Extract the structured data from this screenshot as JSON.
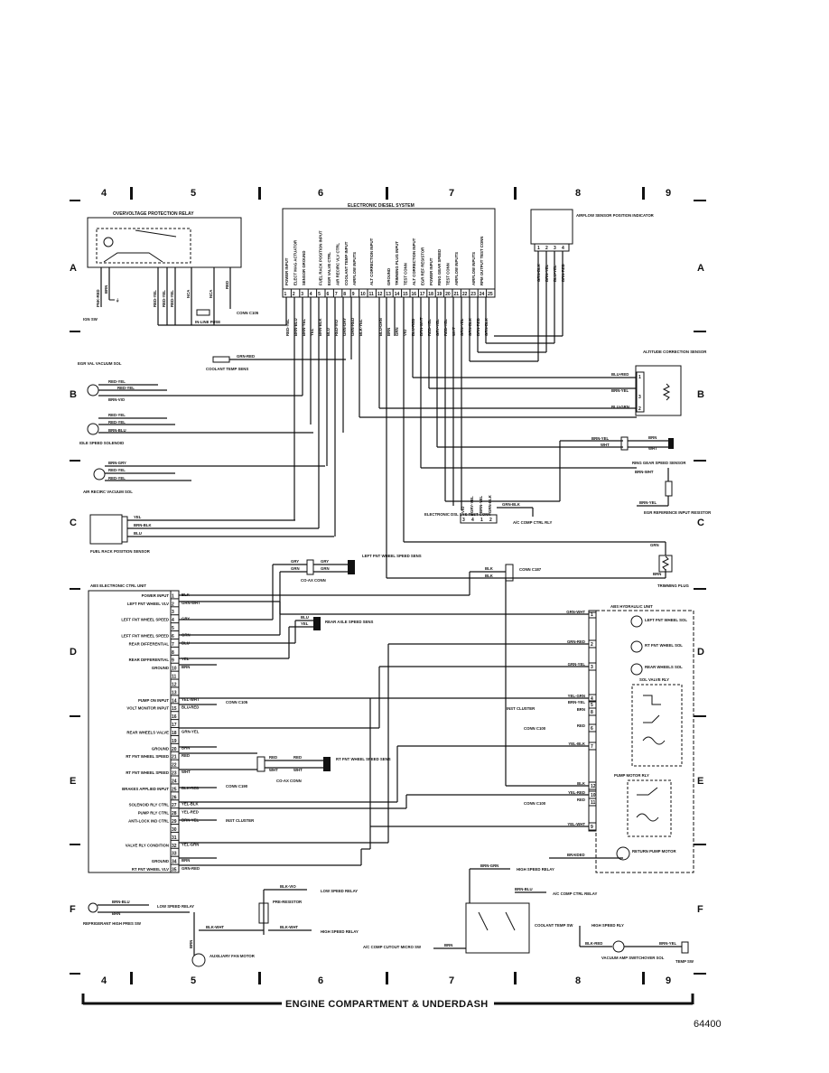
{
  "grid": {
    "columns": [
      "4",
      "5",
      "6",
      "7",
      "8",
      "9"
    ],
    "rows": [
      "A",
      "B",
      "C",
      "D",
      "E",
      "F"
    ]
  },
  "footer_title": "ENGINE COMPARTMENT & UNDERDASH",
  "page_code": "64400",
  "overvoltage_relay": {
    "title": "OVERVOLTAGE PROTECTION RELAY",
    "wires": [
      "PNK-RED",
      "BRN",
      "RED-YEL",
      "RED-YEL",
      "RED-YEL",
      "NCA",
      "NCA",
      "RED"
    ],
    "ign_sw": "IGN SW",
    "fuse": "IN-LINE FUSE",
    "conn": "CONN C105"
  },
  "diesel_system": {
    "title": "ELECTRONIC DIESEL SYSTEM",
    "pins": [
      "1",
      "2",
      "3",
      "4",
      "5",
      "6",
      "7",
      "8",
      "9",
      "10",
      "11",
      "12",
      "13",
      "14",
      "15",
      "16",
      "17",
      "18",
      "19",
      "20",
      "21",
      "22",
      "23",
      "24",
      "25"
    ],
    "functions": [
      "POWER INPUT",
      "ELECT MAG ACTUATOR",
      "SENSOR GROUND",
      "",
      "FUEL RACK POSITION INPUT",
      "EGR VALVE CTRL",
      "AIR RECIRC VLV CTRL",
      "COOLANT TEMP INPUT",
      "AIRFLOW INPUTS",
      "",
      "ALT CORRECTION INPUT",
      "",
      "GROUND",
      "TRIMMING PLUG INPUT",
      "TEST CONN",
      "ALT CORRECTION INPUT",
      "EGR REF RESISTOR",
      "POWER INPUT",
      "RING GEAR SPEED",
      "TEST CONN",
      "AIRFLOW INPUTS",
      "",
      "AIRFLOW INPUTS",
      "RPM OUTPUT TEST CONN",
      ""
    ],
    "wires_left": [
      "RED-YEL",
      "BRN-BLU",
      "BRN-YEL",
      "YEL",
      "BRN-BLK",
      "BLU",
      "RED-VIO",
      "GRN-GRY",
      "GRN-RED",
      "BLK-YEL"
    ],
    "wires_right": [
      "BLU-GRN",
      "BRN",
      "GRN",
      "VIO",
      "BLU-RED",
      "BRN-WHT",
      "RED-YEL",
      "GRY-YEL",
      "RED-YEL",
      "WHT",
      "GRN-YEL",
      "GRN-BLK",
      "BRN-RED",
      "GRN-BLK"
    ]
  },
  "airflow_sensor": {
    "title": "AIRFLOW SENSOR POSITION INDICATOR",
    "pins": [
      "1",
      "2",
      "3",
      "4"
    ],
    "wires": [
      "GRN-BLK",
      "BRN-YEL",
      "BLU-YEL",
      "BRN-RED"
    ]
  },
  "altitude_sensor": {
    "title": "ALTITUDE CORRECTION SENSOR",
    "wires": [
      "BLU-RED",
      "BRN-YEL",
      "BLU-GRN"
    ],
    "pins": [
      "1",
      "3",
      "2"
    ]
  },
  "ring_gear": {
    "title": "RING GEAR SPEED SENSOR",
    "wires": [
      "BRN-YEL",
      "WHT",
      "BRN",
      "WHT"
    ]
  },
  "egr_ref": {
    "title": "EGR REFERENCE INPUT RESISTOR",
    "wires": [
      "BRN-WHT",
      "BRN-YEL"
    ]
  },
  "trimming_plug": {
    "title": "TRIMMING PLUG",
    "wires": [
      "GRN",
      "BRN"
    ]
  },
  "test_conn": {
    "title": "ELECTRONIC DSL SYS TEST CONN",
    "wires": [
      "VIO",
      "GRY-YEL",
      "BRN-YEL",
      "GRN-BLK"
    ],
    "pins": [
      "3",
      "4",
      "1",
      "2"
    ]
  },
  "ac_comp_relay_top": {
    "label": "A/C COMP CTRL RLY",
    "wire": "GRN-BLK"
  },
  "egr_vac_sol": {
    "title": "EGR VAL VACUUM SOL",
    "wires": [
      "RED-YEL",
      "RED-YEL",
      "BRN-VIO"
    ]
  },
  "coolant_temp_sens": {
    "title": "COOLANT TEMP SENS",
    "wire": "GRN-RED"
  },
  "idle_speed_sol": {
    "title": "IDLE SPEED SOLENOID",
    "wires": [
      "RED-YEL",
      "RED-YEL",
      "BRN-BLU"
    ]
  },
  "air_recirc_sol": {
    "title": "AIR RECIRC VACUUM SOL",
    "wires": [
      "BRN-GRY",
      "RED-YEL",
      "RED-YEL"
    ]
  },
  "fuel_rack_sensor": {
    "title": "FUEL RACK POSITION SENSOR",
    "wires": [
      "YEL",
      "BRN-BLK",
      "BLU"
    ]
  },
  "abs_ctrl": {
    "title": "ABS ELECTRONIC CTRL UNIT",
    "pins": [
      {
        "n": "1",
        "label": "POWER INPUT",
        "wire": "BLK"
      },
      {
        "n": "2",
        "label": "LEFT FNT WHEEL VLV",
        "wire": "GRN-WHT"
      },
      {
        "n": "3",
        "label": "",
        "wire": ""
      },
      {
        "n": "4",
        "label": "LEFT FNT WHEEL SPEED",
        "wire": "GRY"
      },
      {
        "n": "5",
        "label": "",
        "wire": ""
      },
      {
        "n": "6",
        "label": "LEFT FNT WHEEL SPEED",
        "wire": "GRN"
      },
      {
        "n": "7",
        "label": "REAR DIFFERENTIAL",
        "wire": "BLU"
      },
      {
        "n": "8",
        "label": "",
        "wire": ""
      },
      {
        "n": "9",
        "label": "REAR DIFFERENTIAL",
        "wire": "YEL"
      },
      {
        "n": "10",
        "label": "GROUND",
        "wire": "BRN"
      },
      {
        "n": "11",
        "label": "",
        "wire": ""
      },
      {
        "n": "12",
        "label": "",
        "wire": ""
      },
      {
        "n": "13",
        "label": "",
        "wire": ""
      },
      {
        "n": "14",
        "label": "PUMP ON INPUT",
        "wire": "YEL-WHT"
      },
      {
        "n": "15",
        "label": "VOLT MONITOR INPUT",
        "wire": "BLU-RED"
      },
      {
        "n": "16",
        "label": "",
        "wire": ""
      },
      {
        "n": "17",
        "label": "",
        "wire": ""
      },
      {
        "n": "18",
        "label": "REAR WHEELS VALVE",
        "wire": "GRN-YEL"
      },
      {
        "n": "19",
        "label": "",
        "wire": ""
      },
      {
        "n": "20",
        "label": "GROUND",
        "wire": "BRN"
      },
      {
        "n": "21",
        "label": "RT FNT WHEEL SPEED",
        "wire": "RED"
      },
      {
        "n": "22",
        "label": "",
        "wire": ""
      },
      {
        "n": "23",
        "label": "RT FNT WHEEL SPEED",
        "wire": "WHT"
      },
      {
        "n": "24",
        "label": "",
        "wire": ""
      },
      {
        "n": "25",
        "label": "BRAKES APPLIED INPUT",
        "wire": "BLK-RED"
      },
      {
        "n": "26",
        "label": "",
        "wire": ""
      },
      {
        "n": "27",
        "label": "SOLENOID RLY CTRL",
        "wire": "YEL-BLK"
      },
      {
        "n": "28",
        "label": "PUMP RLY CTRL",
        "wire": "YEL-RED"
      },
      {
        "n": "29",
        "label": "ANTI-LOCK IND CTRL",
        "wire": "BRN-YEL"
      },
      {
        "n": "30",
        "label": "",
        "wire": ""
      },
      {
        "n": "31",
        "label": "",
        "wire": ""
      },
      {
        "n": "32",
        "label": "VALVE RLY CONDITION",
        "wire": "YEL-GRN"
      },
      {
        "n": "33",
        "label": "",
        "wire": ""
      },
      {
        "n": "34",
        "label": "GROUND",
        "wire": "BRN"
      },
      {
        "n": "35",
        "label": "RT FNT WHEEL VLV",
        "wire": "GRN-RED"
      }
    ],
    "conn_c105": "CONN C105",
    "conn_c190": "CONN C190",
    "inst_cluster": "INST CLUSTER"
  },
  "left_fnt_speed_sens": {
    "title": "LEFT FNT WHEEL SPEED SENS",
    "wires": [
      "GRY",
      "GRN",
      "GRY",
      "GRN"
    ],
    "coax": "CO-AX CONN"
  },
  "rear_axle_sens": {
    "title": "REAR AXLE SPEED SENS",
    "wires": [
      "BLU",
      "YEL"
    ]
  },
  "rt_fnt_speed_sens": {
    "title": "RT FNT WHEEL SPEED SENS",
    "wires": [
      "RED",
      "WHT",
      "RED",
      "WHT"
    ],
    "coax": "CO-AX CONN"
  },
  "conn_c187": {
    "label": "CONN C187",
    "wires": [
      "BLK",
      "BLK"
    ]
  },
  "abs_hydraulic": {
    "title": "ABS HYDRAULIC UNIT",
    "left_fnt_sol": "LEFT FNT WHEEL SOL",
    "rt_fnt_sol": "RT FNT WHEEL SOL",
    "rear_sol": "REAR WHEELS SOL",
    "sol_valve_rly": "SOL VALVE RLY",
    "pump_motor_rly": "PUMP MOTOR RLY",
    "return_pump": "RETURN PUMP MOTOR",
    "pins": [
      "1",
      "2",
      "3",
      "4",
      "5",
      "8",
      "6",
      "7",
      "12",
      "10",
      "11",
      "9"
    ],
    "wires": [
      "GRN-WHT",
      "GRN-RED",
      "GRN-YEL",
      "YEL-GRN",
      "BRN-YEL",
      "BRN",
      "RED",
      "YEL-BLK",
      "BLK",
      "YEL-RED",
      "RED",
      "YEL-WHT"
    ],
    "inst_cluster": "INST CLUSTER",
    "conn_c100a": "CONN C100",
    "conn_c100b": "CONN C100",
    "braided": "BRAIDED"
  },
  "bottom": {
    "high_speed_relay_top": "HIGH SPEED RELAY",
    "brn_grn": "BRN-GRN",
    "brn_blu_top": "BRN-BLU",
    "ac_comp_ctrl_relay": "A/C COMP CTRL RELAY",
    "coolant_temp_sw": "COOLANT TEMP SW",
    "ac_cutout": "A/C COMP CUTOUT MICRO SW",
    "brn": "BRN",
    "blk_vio": "BLK-VIO",
    "low_speed_relay_a": "LOW SPEED RELAY",
    "pre_resistor": "PRE-RESISTOR",
    "blk_wht_a": "BLK-WHT",
    "blk_wht_b": "BLK-WHT",
    "high_speed_relay_b": "HIGH SPEED RELAY",
    "brn_blu_left": "BRN-BLU",
    "brn_left": "BRN",
    "low_speed_relay_b": "LOW SPEED RELAY",
    "refrig_sw": "REFRIGERANT HIGH PRES SW",
    "brn_vert": "BRN",
    "aux_fan": "AUXILIARY FAN MOTOR",
    "high_speed_rly_c": "HIGH SPEED RLY",
    "blk_red": "BLK-RED",
    "brn_yel": "BRN-YEL",
    "vacuum_sol": "VACUUM AMP SWITCHOVER SOL",
    "temp_sw": "TEMP SW"
  }
}
